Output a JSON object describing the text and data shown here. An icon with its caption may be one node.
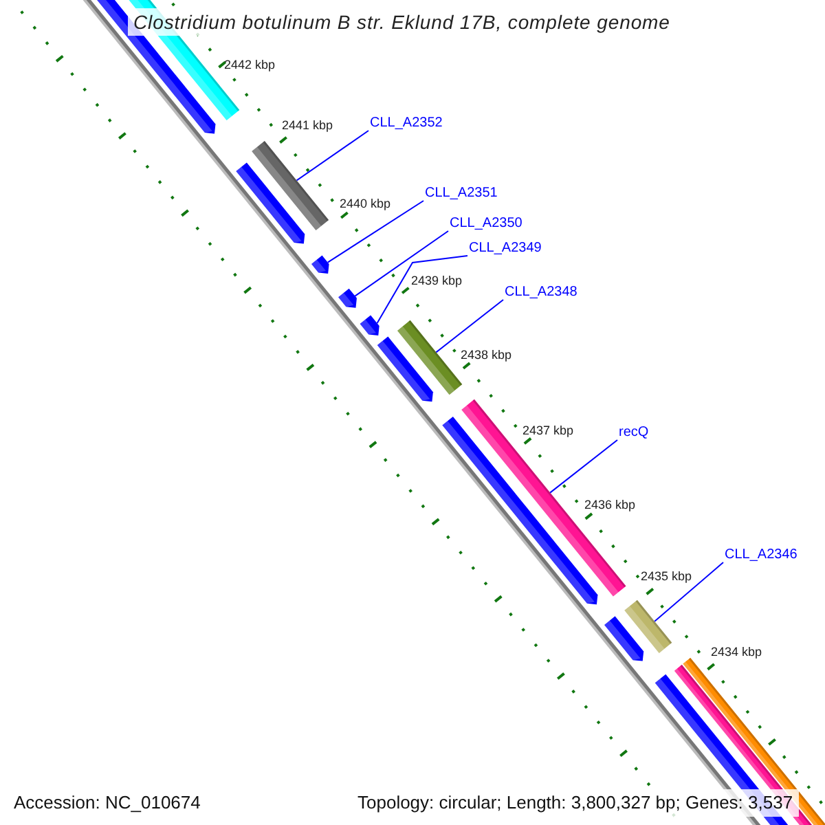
{
  "diagram": {
    "title": "Clostridium botulinum B str. Eklund 17B, complete genome",
    "nodes": [
      {
        "text": [
          "CLL_A2352"
        ]
      },
      {
        "text": [
          "CLL_A2351"
        ]
      },
      {
        "text": [
          "CLL_A2350"
        ]
      },
      {
        "text": [
          "CLL_A2349"
        ]
      },
      {
        "text": [
          "CLL_A2348"
        ]
      },
      {
        "text": [
          "recQ"
        ]
      },
      {
        "text": [
          "CLL_A2346"
        ]
      },
      {
        "text": [],
        "shape": "bar"
      },
      {
        "text": [],
        "shape": "pentagon"
      },
      {
        "text": [],
        "shape": "pentagon"
      },
      {
        "text": [],
        "shape": "pentagon"
      },
      {
        "text": [],
        "shape": "bar"
      },
      {
        "text": [],
        "shape": "bar"
      },
      {
        "text": [],
        "shape": "bar"
      }
    ],
    "edges": [
      {
        "from": 0,
        "to": 7,
        "arrow": "none"
      },
      {
        "from": 1,
        "to": 8,
        "arrow": "none"
      },
      {
        "from": 2,
        "to": 9,
        "arrow": "none"
      },
      {
        "from": 3,
        "to": 10,
        "arrow": "none"
      },
      {
        "from": 4,
        "to": 11,
        "arrow": "none"
      },
      {
        "from": 5,
        "to": 12,
        "arrow": "none"
      },
      {
        "from": 6,
        "to": 13,
        "arrow": "none"
      }
    ],
    "labels": [
      "2442 kbp",
      "2441 kbp",
      "2440 kbp",
      "2439 kbp",
      "2438 kbp",
      "2437 kbp",
      "2436 kbp",
      "2435 kbp",
      "2434 kbp",
      "Accession: NC_010674",
      "Topology: circular; Length: 3,800,327 bp; Genes: 3,537"
    ]
  }
}
